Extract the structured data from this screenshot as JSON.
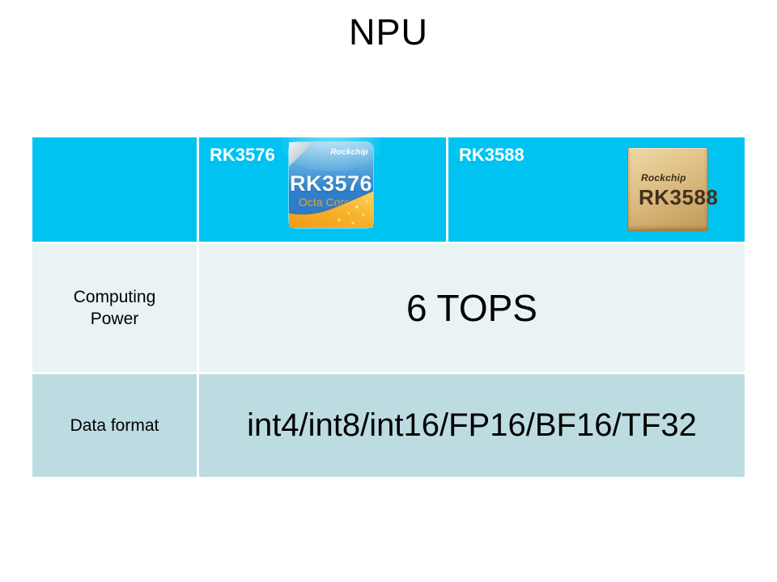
{
  "title": "NPU",
  "table": {
    "header": {
      "empty": "",
      "rk3576": {
        "label": "RK3576",
        "chip": {
          "brand": "Rockchip",
          "name": "RK3576",
          "subtitle": "Octa Core"
        }
      },
      "rk3588": {
        "label": "RK3588",
        "chip": {
          "brand": "Rockchip",
          "name": "RK3588"
        }
      }
    },
    "rows": [
      {
        "label": "Computing Power",
        "value": "6 TOPS"
      },
      {
        "label": "Data format",
        "value": "int4/int8/int16/FP16/BF16/TF32"
      }
    ]
  },
  "colors": {
    "header_bg": "#00c3f1",
    "row_light_bg": "#e9f3f4",
    "row_medium_bg": "#bcdce1",
    "header_text": "#ffffff",
    "body_text": "#000000",
    "chip3576_blue": "#2f7fca",
    "chip3576_accent_orange": "#f5a81f",
    "chip3588_gold": "#d9b97c",
    "chip3588_text": "#43301d"
  }
}
